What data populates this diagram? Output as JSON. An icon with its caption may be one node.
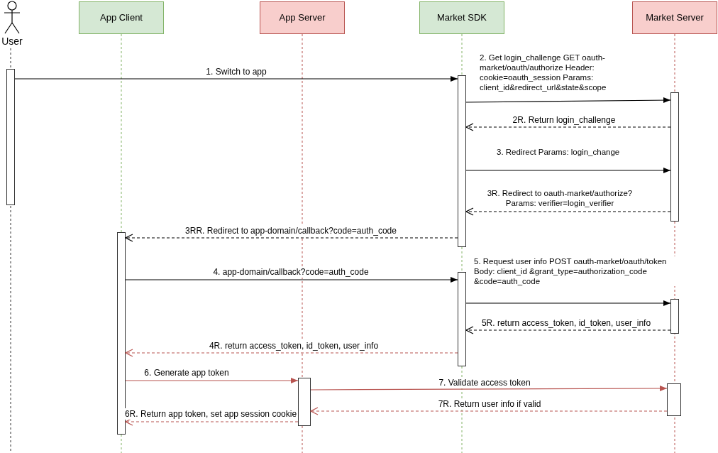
{
  "diagram": {
    "nodes": [
      {
        "text": [
          "User"
        ]
      },
      {
        "text": [
          "App Client"
        ]
      },
      {
        "text": [
          "App Server"
        ]
      },
      {
        "text": [
          "Market SDK"
        ]
      },
      {
        "text": [
          "Market Server"
        ]
      },
      {
        "text": [],
        "shape": "bar"
      },
      {
        "text": [],
        "shape": "bar"
      },
      {
        "text": [],
        "shape": "bar"
      },
      {
        "text": [],
        "shape": "bar"
      },
      {
        "text": [],
        "shape": "bar"
      },
      {
        "text": [],
        "shape": "bar"
      },
      {
        "text": [],
        "shape": "bar"
      },
      {
        "text": [],
        "shape": "bar"
      }
    ],
    "edges": [
      {
        "from": 5,
        "to": 6,
        "arrow": "to",
        "label": "1. Switch to app"
      },
      {
        "from": 6,
        "to": 7,
        "arrow": "to",
        "label": "2. Get login_challenge GET oauth-market/oauth/authorize Header: cookie=oauth_session Params: client_id&redirect_url&state&scope"
      },
      {
        "from": 7,
        "to": 6,
        "arrow": "to",
        "style": "dashed",
        "label": "2R. Return login_challenge"
      },
      {
        "from": 6,
        "to": 7,
        "arrow": "to",
        "label": "3. Redirect Params: login_change"
      },
      {
        "from": 7,
        "to": 6,
        "arrow": "to",
        "style": "dashed",
        "label": "3R. Redirect to oauth-market/authorize? Params: verifier=login_verifier"
      },
      {
        "from": 6,
        "to": 8,
        "arrow": "to",
        "style": "dashed",
        "label": "3RR. Redirect to app-domain/callback?code=auth_code"
      },
      {
        "from": 8,
        "to": 9,
        "arrow": "to",
        "label": "4. app-domain/callback?code=auth_code"
      },
      {
        "from": 9,
        "to": 10,
        "arrow": "to",
        "label": "5. Request user info POST oauth-market/oauth/token Body: client_id &grant_type=authorization_code &code=auth_code"
      },
      {
        "from": 10,
        "to": 9,
        "arrow": "to",
        "style": "dashed",
        "label": "5R. return access_token, id_token, user_info"
      },
      {
        "from": 9,
        "to": 8,
        "arrow": "to",
        "style": "dashed",
        "color": "#b85450",
        "label": "4R. return access_token, id_token, user_info"
      },
      {
        "from": 8,
        "to": 11,
        "arrow": "to",
        "color": "#b85450",
        "label": "6. Generate app token"
      },
      {
        "from": 11,
        "to": 12,
        "arrow": "to",
        "color": "#b85450",
        "label": "7. Validate access token"
      },
      {
        "from": 12,
        "to": 11,
        "arrow": "to",
        "style": "dashed",
        "color": "#b85450",
        "label": "7R. Return user info if valid"
      },
      {
        "from": 11,
        "to": 8,
        "arrow": "to",
        "style": "dashed",
        "color": "#b85450",
        "label": "6R. Return app token, set app session cookie"
      }
    ]
  }
}
